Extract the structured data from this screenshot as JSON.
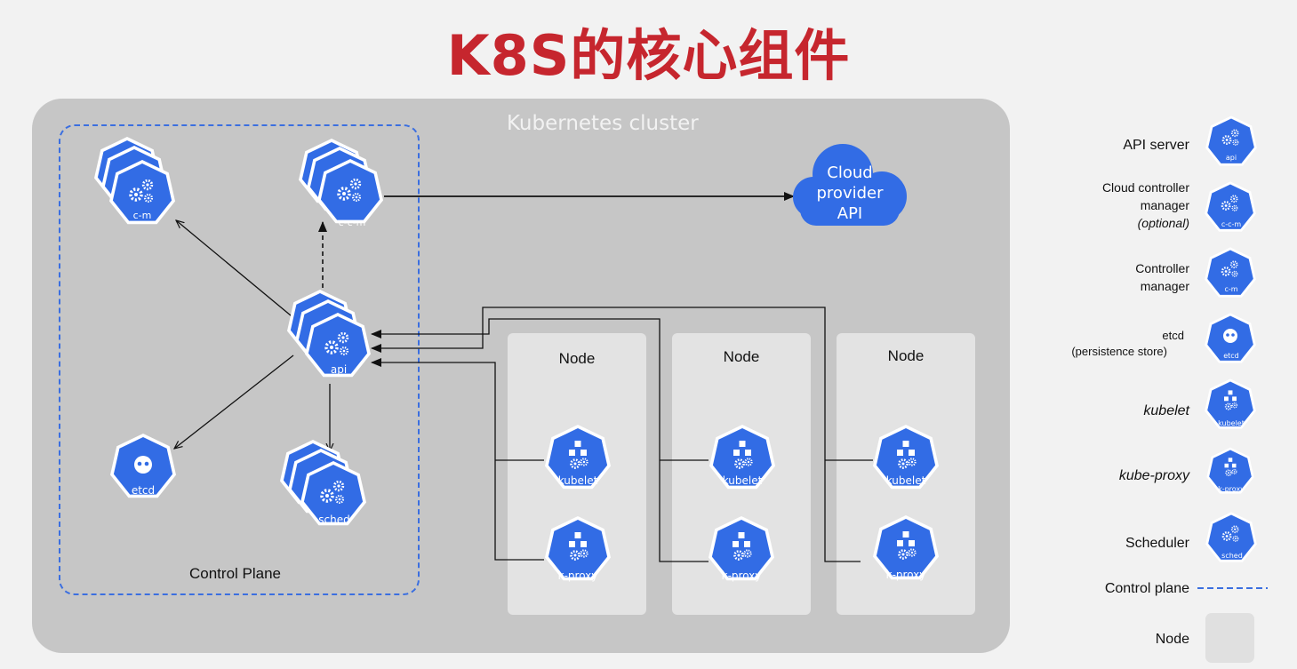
{
  "title": "K8S的核心组件",
  "cluster": {
    "label": "Kubernetes cluster"
  },
  "control_plane": {
    "label": "Control Plane",
    "components": {
      "cm": "c-m",
      "ccm": "c-c-m",
      "api": "api",
      "etcd": "etcd",
      "sched": "sched"
    }
  },
  "cloud": {
    "line1": "Cloud",
    "line2": "provider",
    "line3": "API"
  },
  "nodes": [
    {
      "label": "Node",
      "kubelet": "kubelet",
      "kproxy": "k-proxy"
    },
    {
      "label": "Node",
      "kubelet": "kubelet",
      "kproxy": "k-proxy"
    },
    {
      "label": "Node",
      "kubelet": "kubelet",
      "kproxy": "k-proxy"
    }
  ],
  "legend": {
    "api_server": "API server",
    "ccm_line1": "Cloud controller",
    "ccm_line2": "manager",
    "ccm_line3": "(optional)",
    "cm_line1": "Controller",
    "cm_line2": "manager",
    "etcd_line1": "etcd",
    "etcd_line2": "(persistence store)",
    "kubelet": "kubelet",
    "kube_proxy": "kube-proxy",
    "scheduler": "Scheduler",
    "control_plane": "Control plane",
    "node": "Node",
    "icons": {
      "api": "api",
      "ccm": "c-c-m",
      "cm": "c-m",
      "etcd": "etcd",
      "kubelet": "kubelet",
      "kproxy": "k-proxy",
      "sched": "sched"
    }
  },
  "colors": {
    "title": "#c6262e",
    "k8s_blue": "#326ce5",
    "cluster_bg": "#c6c6c6",
    "node_bg": "#e3e3e3",
    "dash": "#3b6fe0"
  }
}
